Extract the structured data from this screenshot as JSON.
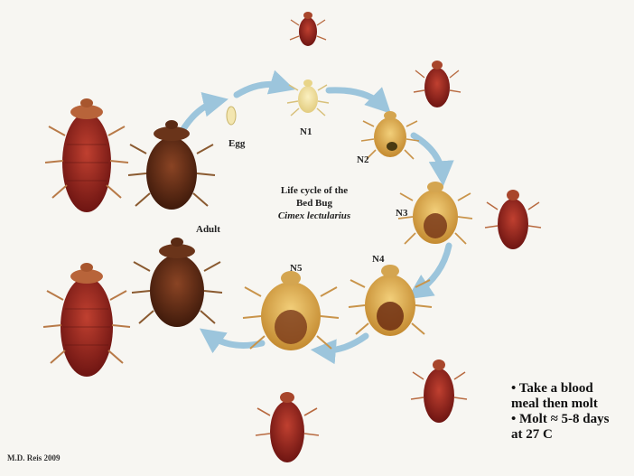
{
  "diagram": {
    "title_line1": "Life cycle of the",
    "title_line2": "Bed Bug",
    "title_species": "Cimex lectularius",
    "stages": {
      "egg": "Egg",
      "n1": "N1",
      "n2": "N2",
      "n3": "N3",
      "n4": "N4",
      "n5": "N5",
      "adult": "Adult"
    },
    "notes": [
      "• Take a blood",
      "meal then molt",
      "• Molt ≈ 5-8 days",
      "at 27 C"
    ],
    "credit": "M.D. Reis 2009",
    "colors": {
      "arrow": "#9cc5dc",
      "fed_red": "#8e1f1c",
      "unfed_tan": "#d8a64c",
      "adult_brown": "#5b2b14"
    }
  }
}
